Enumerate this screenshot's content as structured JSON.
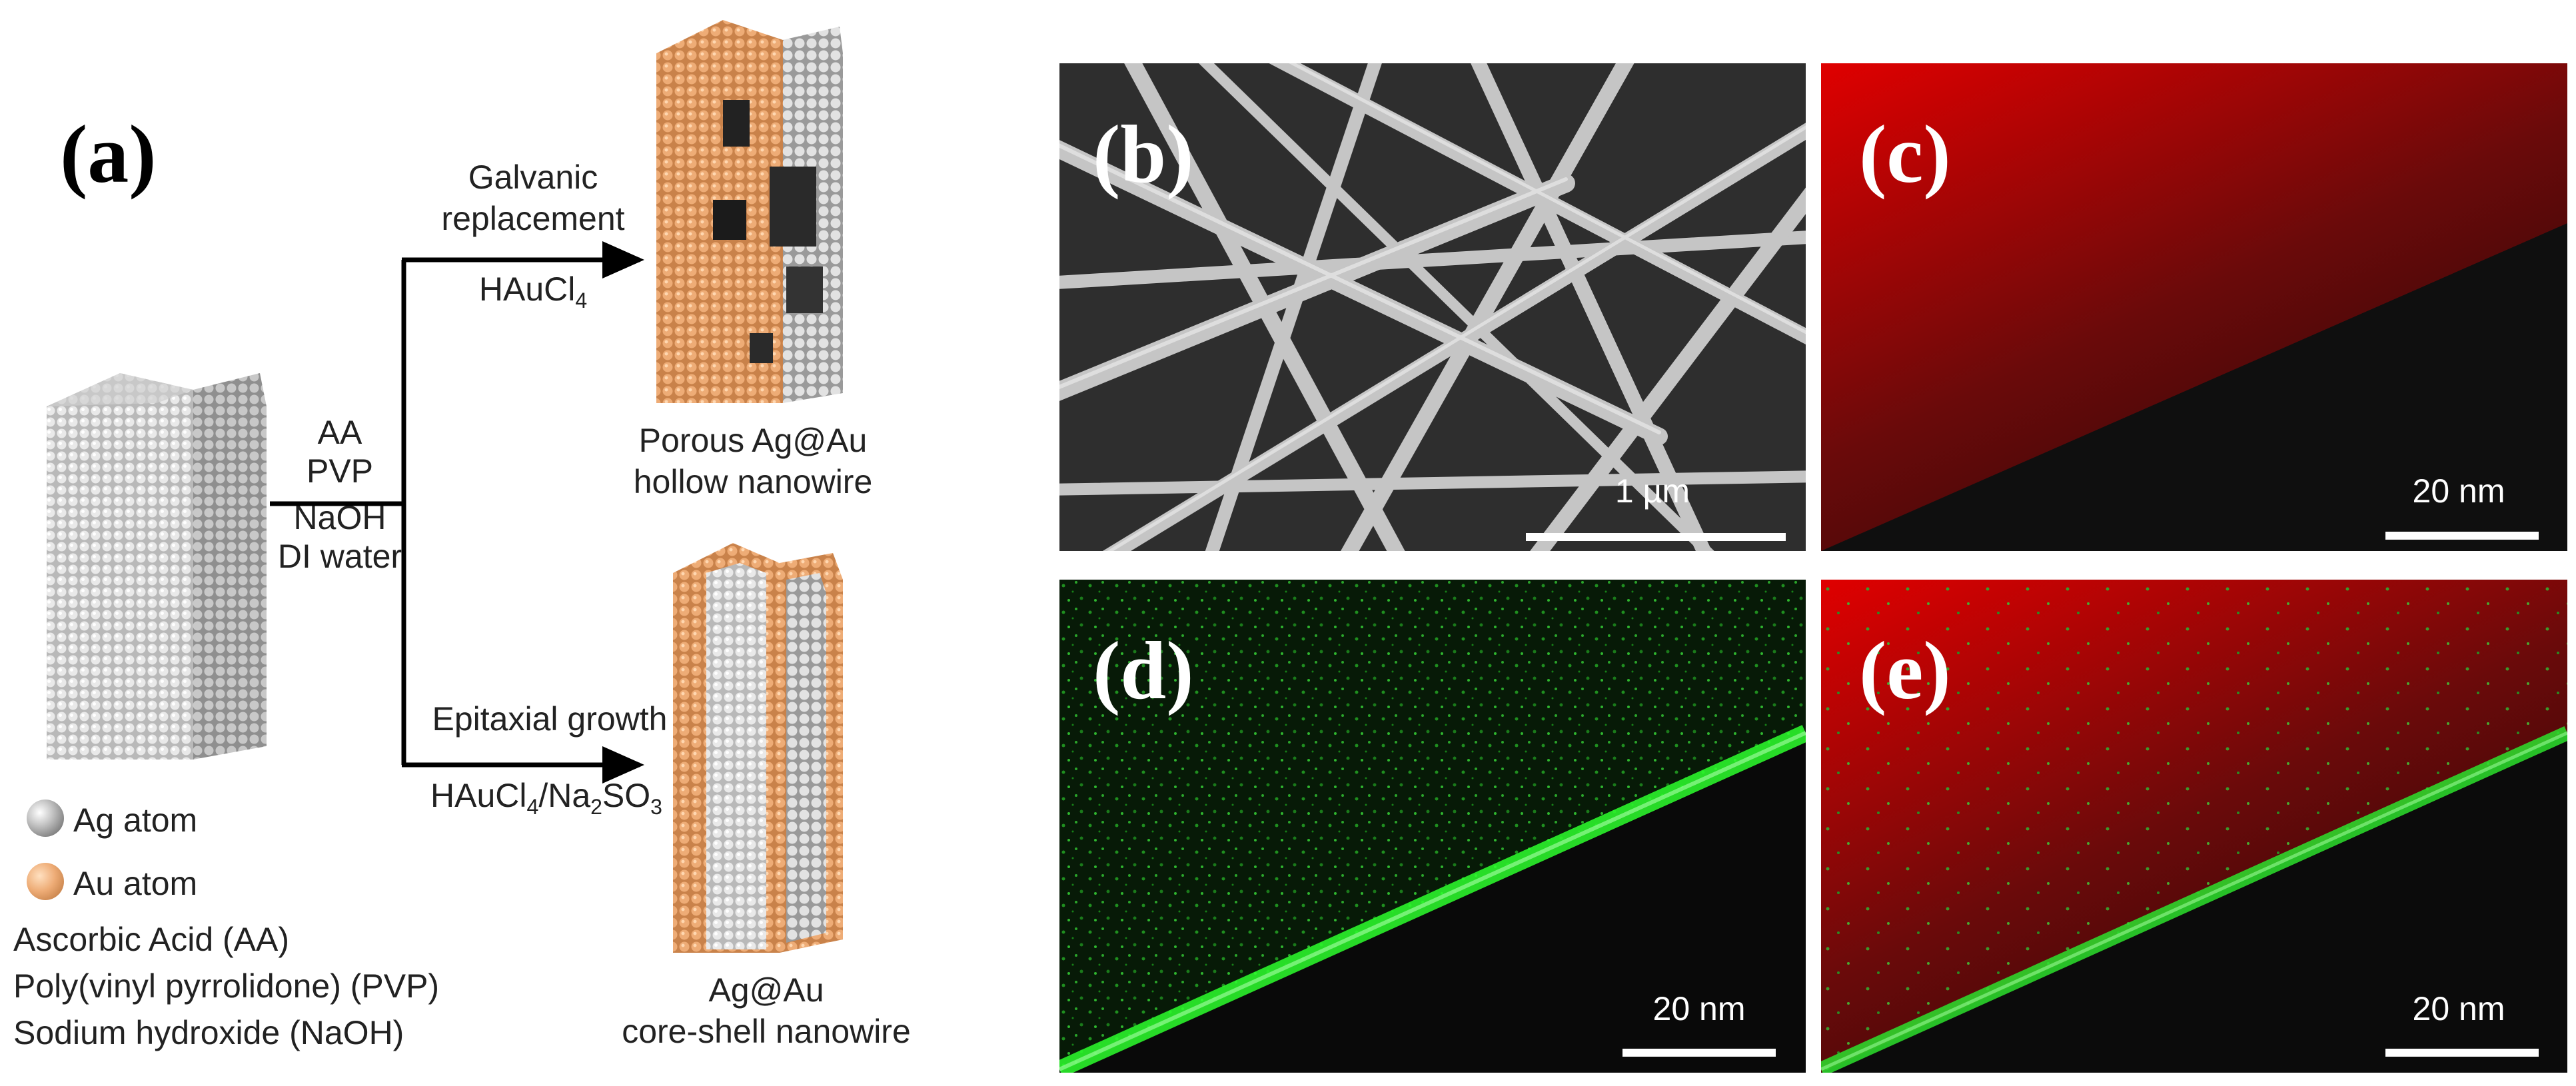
{
  "panels": {
    "a": {
      "label": "(a)"
    },
    "b": {
      "label": "(b)",
      "scale_label": "1 µm"
    },
    "c": {
      "label": "(c)",
      "scale_label": "20 nm"
    },
    "d": {
      "label": "(d)",
      "scale_label": "20 nm"
    },
    "e": {
      "label": "(e)",
      "scale_label": "20 nm"
    }
  },
  "scheme": {
    "reagents": [
      "AA",
      "PVP",
      "NaOH",
      "DI water"
    ],
    "top_branch": {
      "line1": "Galvanic",
      "line2": "replacement",
      "reagent": "HAuCl4",
      "product_line1": "Porous Ag@Au",
      "product_line2": "hollow nanowire"
    },
    "bottom_branch": {
      "line1": "Epitaxial growth",
      "reagent": "HAuCl4/Na2SO3",
      "product_line1": "Ag@Au",
      "product_line2": "core-shell nanowire"
    }
  },
  "legend": {
    "ag": {
      "label": "Ag atom",
      "color": "#9a9a9a"
    },
    "au": {
      "label": "Au atom",
      "color": "#e8a46c"
    }
  },
  "abbreviations": [
    "Ascorbic Acid (AA)",
    "Poly(vinyl pyrrolidone) (PVP)",
    "Sodium hydroxide (NaOH)"
  ],
  "colors": {
    "red_map": "#e00000",
    "green_map": "#22ee22",
    "bg_dark": "#111111"
  }
}
